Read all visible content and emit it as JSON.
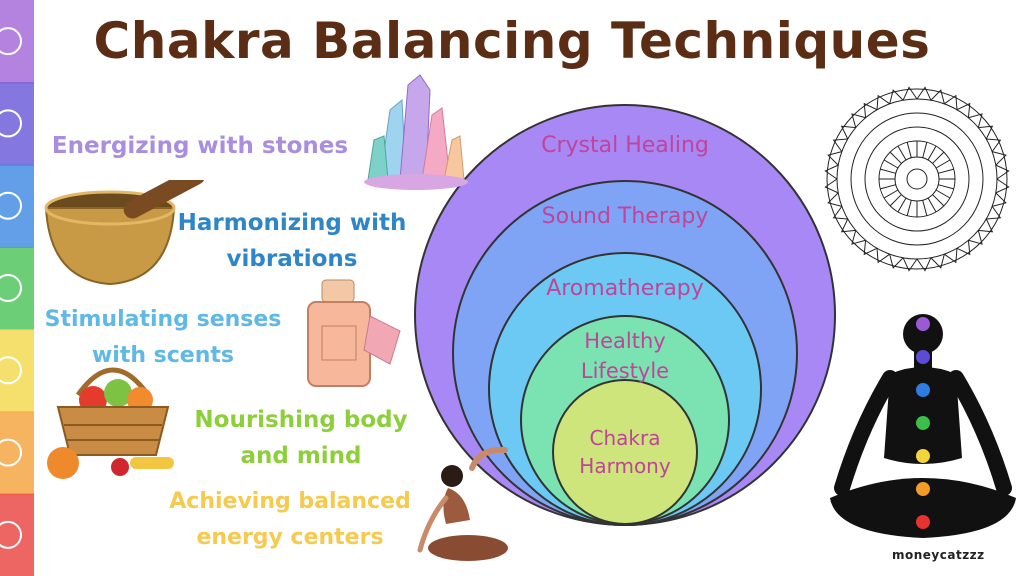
{
  "title": "Chakra Balancing Techniques",
  "techniques": [
    {
      "lines": [
        "Energizing with stones"
      ],
      "color": "#a98ee0"
    },
    {
      "lines": [
        "Harmonizing with",
        "vibrations"
      ],
      "color": "#2e86c9"
    },
    {
      "lines": [
        "Stimulating senses",
        "with scents"
      ],
      "color": "#5fb8e6"
    },
    {
      "lines": [
        "Nourishing body",
        "and mind"
      ],
      "color": "#8ccf3a"
    },
    {
      "lines": [
        "Achieving balanced",
        "energy centers"
      ],
      "color": "#f6c94f"
    }
  ],
  "circles": [
    {
      "label": "Crystal Healing",
      "fill": "#a888f4"
    },
    {
      "label": "Sound Therapy",
      "fill": "#7fa4f6"
    },
    {
      "label": "Aromatherapy",
      "fill": "#6cc9f4"
    },
    {
      "label": "Healthy Lifestyle",
      "lines": [
        "Healthy",
        "Lifestyle"
      ],
      "fill": "#7be3b2"
    },
    {
      "label": "Chakra Harmony",
      "lines": [
        "Chakra",
        "Harmony"
      ],
      "fill": "#cde57a"
    }
  ],
  "circle_text_color": "#c0449a",
  "chakra_colors": [
    "#9b59d6",
    "#5b4bd6",
    "#2f7de1",
    "#3bbf4a",
    "#f2d53c",
    "#f39a2b",
    "#e7332f"
  ],
  "icons": [
    "crystal-cluster-icon",
    "singing-bowl-icon",
    "perfume-bottle-icon",
    "vegetable-basket-icon",
    "yoga-woman-icon",
    "mandala-icon",
    "meditation-silhouette-icon"
  ],
  "brand": "moneycatzzz"
}
